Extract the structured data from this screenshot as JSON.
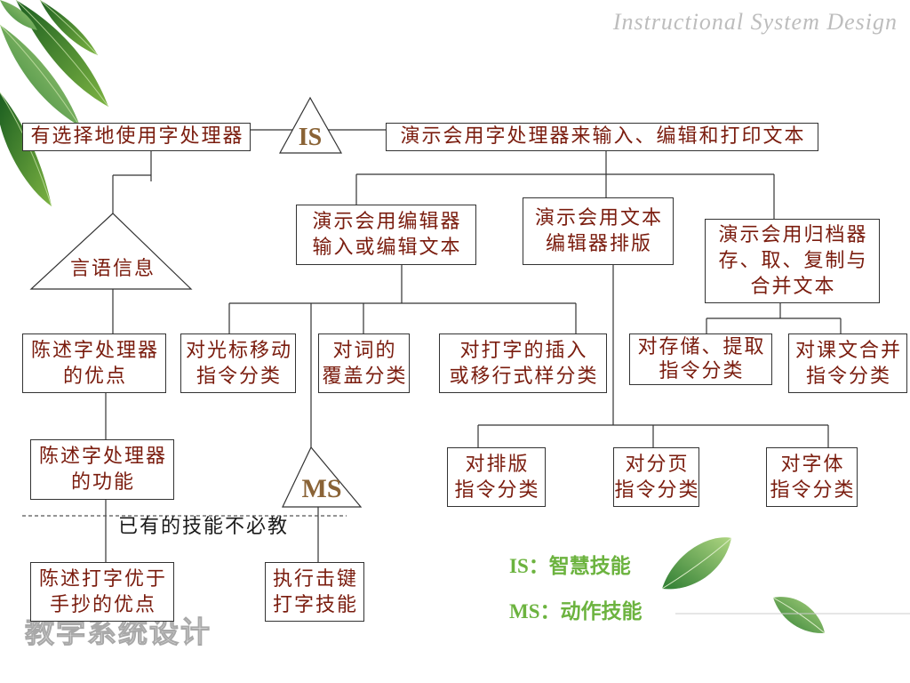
{
  "header": {
    "watermark": "Instructional System Design"
  },
  "footer": {
    "watermark": "教学系统设计"
  },
  "diagram": {
    "top_goal_left": "有选择地使用字处理器",
    "is_label": "IS",
    "top_goal_right": "演示会用字处理器来输入、编辑和打印文本",
    "verbal_info": "言语信息",
    "edit_input": [
      "演示会用编辑器",
      "输入或编辑文本"
    ],
    "layout": [
      "演示会用文本",
      "编辑器排版"
    ],
    "archive": [
      "演示会用归档器",
      "存、取、复制与",
      "合并文本"
    ],
    "advantages": [
      "陈述字处理器",
      "的优点"
    ],
    "cursor": [
      "对光标移动",
      "指令分类"
    ],
    "overwrite": [
      "对词的",
      "覆盖分类"
    ],
    "insert": [
      "对打字的插入",
      "或移行式样分类"
    ],
    "store": [
      "对存储、提取",
      "指令分类"
    ],
    "merge": [
      "对课文合并",
      "指令分类"
    ],
    "functions": [
      "陈述字处理器",
      "的功能"
    ],
    "ms_label": "MS",
    "typeset": [
      "对排版",
      "指令分类"
    ],
    "paging": [
      "对分页",
      "指令分类"
    ],
    "font": [
      "对字体",
      "指令分类"
    ],
    "skip_note": "已有的技能不必教",
    "typing_advantage": [
      "陈述打字优于",
      "手抄的优点"
    ],
    "keystroke": [
      "执行击键",
      "打字技能"
    ]
  },
  "legend": {
    "is": "IS：智慧技能",
    "ms": "MS：动作技能"
  },
  "colors": {
    "box_text": "#7a1c0e",
    "symbol": "#8a6336",
    "legend": "#6cb33f",
    "note": "#1a1a1a",
    "watermark": "#bdbdbd",
    "line": "#333333"
  }
}
